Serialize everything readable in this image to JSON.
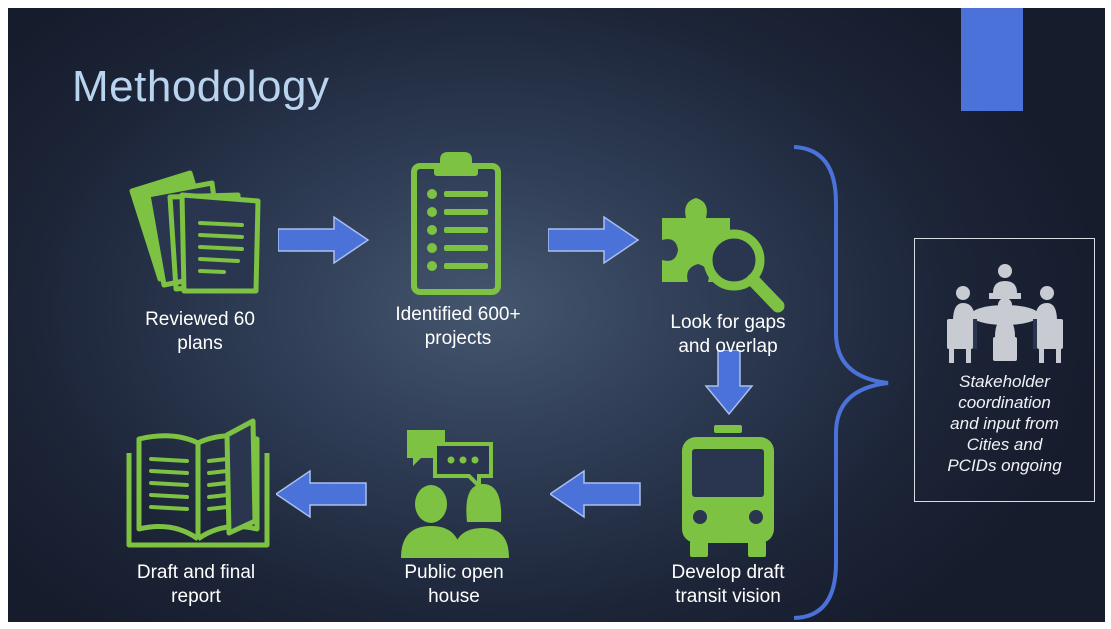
{
  "slide": {
    "title": "Methodology",
    "colors": {
      "accent": "#4a72d8",
      "icon_green": "#7dc242",
      "arrow_blue": "#4a72d8"
    }
  },
  "steps": [
    {
      "label_line1": "Reviewed 60",
      "label_line2": "plans",
      "icon": "documents-icon"
    },
    {
      "label_line1": "Identified 600+",
      "label_line2": "projects",
      "icon": "clipboard-checklist-icon"
    },
    {
      "label_line1": "Look for gaps",
      "label_line2": "and overlap",
      "icon": "puzzle-magnifier-icon"
    },
    {
      "label_line1": "Develop draft",
      "label_line2": "transit vision",
      "icon": "bus-icon"
    },
    {
      "label_line1": "Public open",
      "label_line2": "house",
      "icon": "people-chat-icon"
    },
    {
      "label_line1": "Draft and final",
      "label_line2": "report",
      "icon": "open-book-icon"
    }
  ],
  "stakeholder": {
    "lines": [
      "Stakeholder",
      "coordination",
      "and input from",
      "Cities and",
      "PCIDs ongoing"
    ],
    "icon": "meeting-table-icon"
  }
}
